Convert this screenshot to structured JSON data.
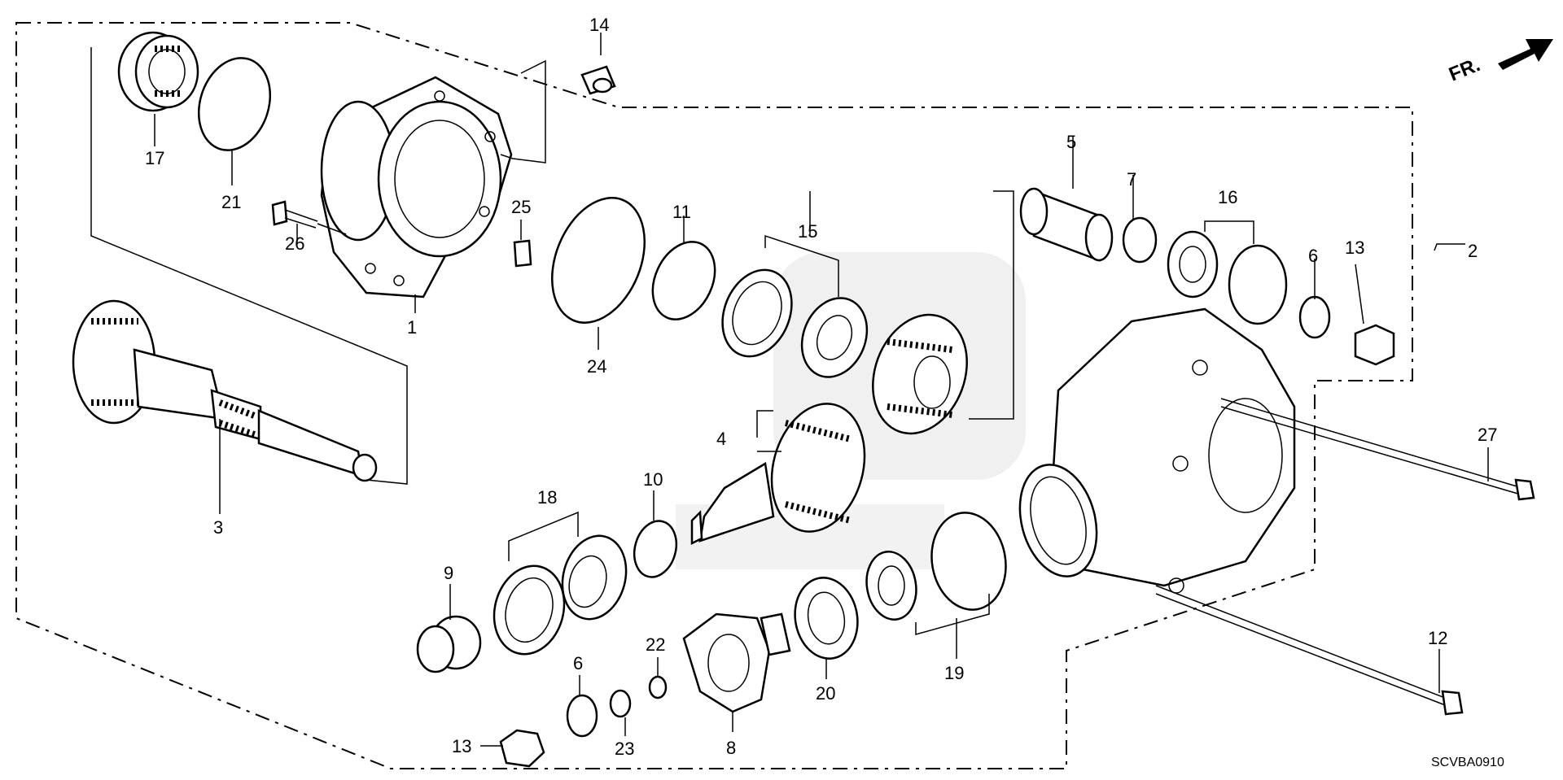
{
  "diagram": {
    "code": "SCVBA0910",
    "direction_label": "FR.",
    "callouts": [
      "1",
      "2",
      "3",
      "4",
      "5",
      "6",
      "7",
      "8",
      "9",
      "10",
      "11",
      "12",
      "13",
      "14",
      "15",
      "16",
      "17",
      "18",
      "19",
      "20",
      "21",
      "22",
      "23",
      "24",
      "25",
      "26",
      "27"
    ],
    "callout_6_second": "6",
    "callout_13_second": "13"
  }
}
